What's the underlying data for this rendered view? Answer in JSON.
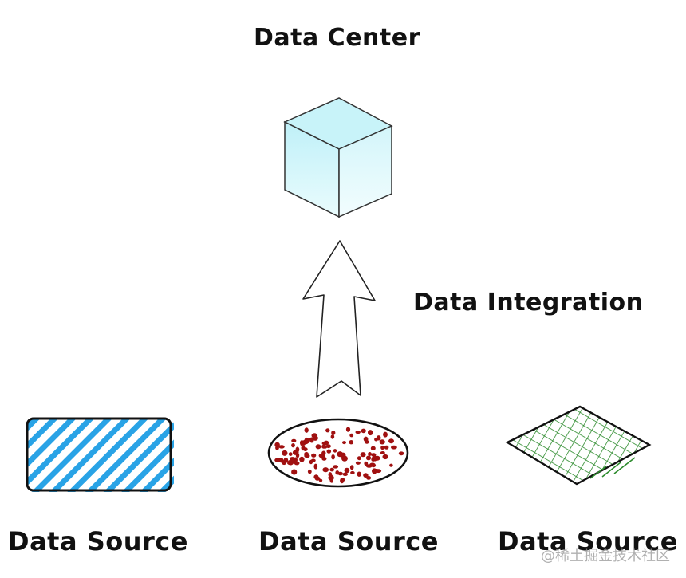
{
  "title": "Data Center",
  "integration_label": "Data Integration",
  "sources": [
    {
      "label": "Data Source",
      "pattern": "diagonal-stripes",
      "color": "#29a3e6"
    },
    {
      "label": "Data Source",
      "pattern": "dots",
      "color": "#a01010"
    },
    {
      "label": "Data Source",
      "pattern": "crosshatch",
      "color": "#2b8a2b"
    }
  ],
  "cube_color": "#d6f7fb",
  "watermark": "@稀土掘金技术社区"
}
